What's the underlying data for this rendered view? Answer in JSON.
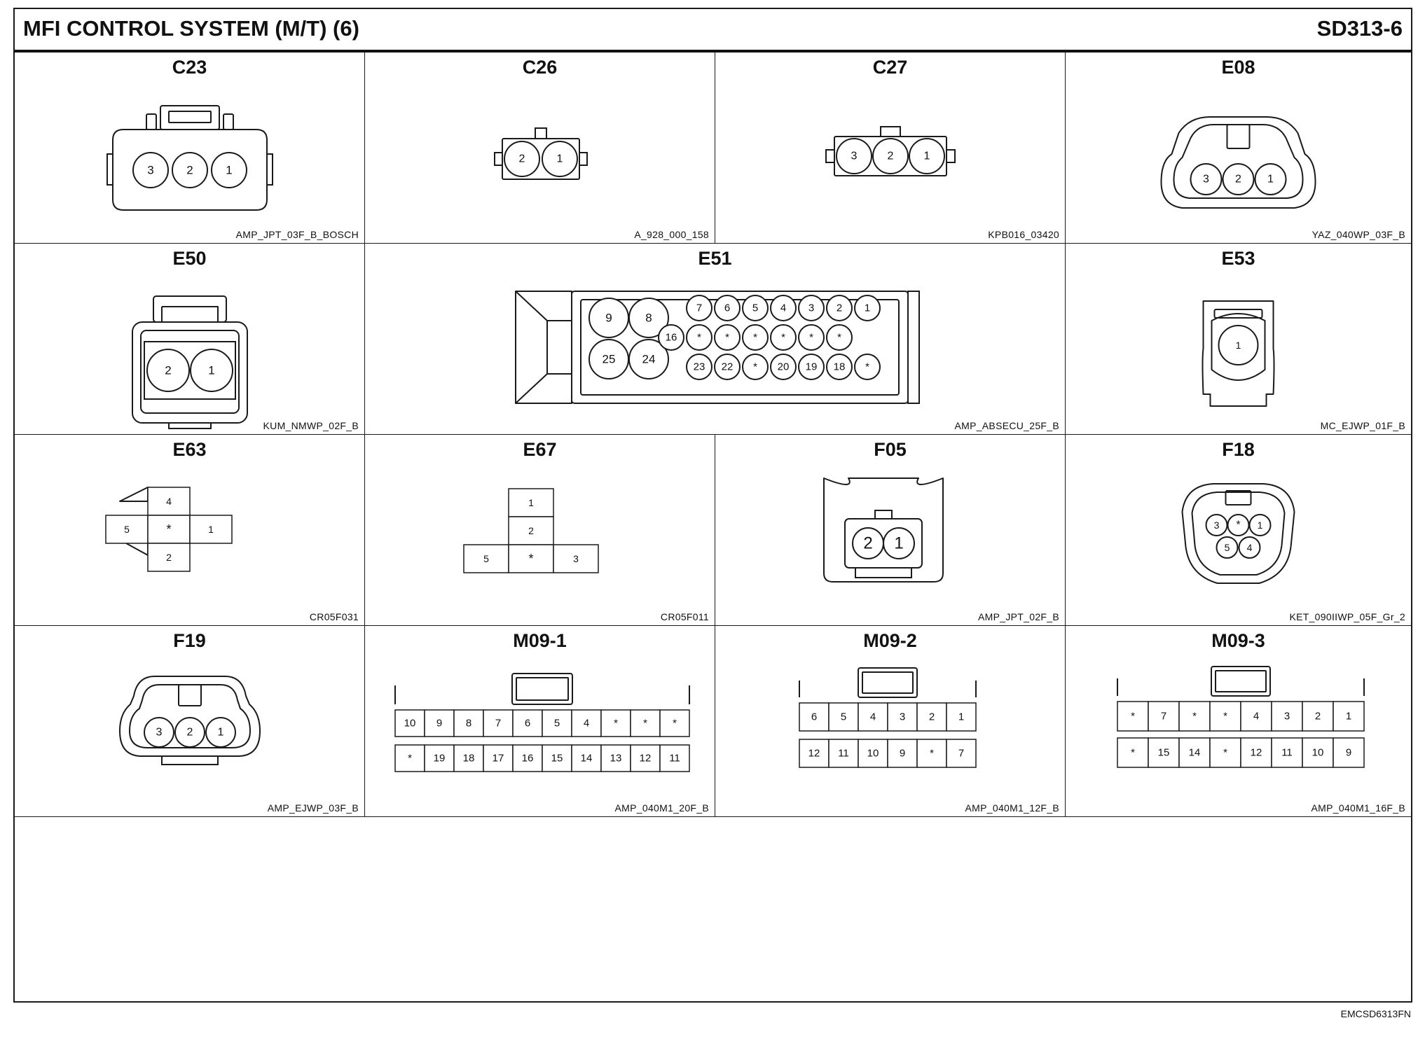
{
  "header": {
    "title": "MFI CONTROL SYSTEM (M/T) (6)",
    "code": "SD313-6"
  },
  "connectors": [
    {
      "name": "C23",
      "part": "AMP_JPT_03F_B_BOSCH",
      "pins": [
        "3",
        "2",
        "1"
      ]
    },
    {
      "name": "C26",
      "part": "A_928_000_158",
      "pins": [
        "2",
        "1"
      ]
    },
    {
      "name": "C27",
      "part": "KPB016_03420",
      "pins": [
        "3",
        "2",
        "1"
      ]
    },
    {
      "name": "E08",
      "part": "YAZ_040WP_03F_B",
      "pins": [
        "3",
        "2",
        "1"
      ]
    },
    {
      "name": "E50",
      "part": "KUM_NMWP_02F_B",
      "pins": [
        "2",
        "1"
      ]
    },
    {
      "name": "E51",
      "part": "AMP_ABSECU_25F_B",
      "pins": [
        "9",
        "8",
        "25",
        "24",
        "7",
        "6",
        "5",
        "4",
        "3",
        "2",
        "1",
        "16",
        "*",
        "*",
        "*",
        "*",
        "*",
        "*",
        "23",
        "22",
        "*",
        "20",
        "19",
        "18",
        "*"
      ]
    },
    {
      "name": "E53",
      "part": "MC_EJWP_01F_B",
      "pins": [
        "1"
      ]
    },
    {
      "name": "E63",
      "part": "CR05F031",
      "pins": [
        "4",
        "5",
        "*",
        "1",
        "2"
      ]
    },
    {
      "name": "E67",
      "part": "CR05F011",
      "pins": [
        "1",
        "2",
        "5",
        "*",
        "3"
      ]
    },
    {
      "name": "F05",
      "part": "AMP_JPT_02F_B",
      "pins": [
        "2",
        "1"
      ]
    },
    {
      "name": "F18",
      "part": "KET_090IIWP_05F_Gr_2",
      "pins": [
        "3",
        "*",
        "1",
        "5",
        "4"
      ]
    },
    {
      "name": "F19",
      "part": "AMP_EJWP_03F_B",
      "pins": [
        "3",
        "2",
        "1"
      ]
    },
    {
      "name": "M09-1",
      "part": "AMP_040M1_20F_B",
      "pins": [
        "10",
        "9",
        "8",
        "7",
        "6",
        "5",
        "4",
        "*",
        "*",
        "*",
        "*",
        "19",
        "18",
        "17",
        "16",
        "15",
        "14",
        "13",
        "12",
        "11"
      ]
    },
    {
      "name": "M09-2",
      "part": "AMP_040M1_12F_B",
      "pins": [
        "6",
        "5",
        "4",
        "3",
        "2",
        "1",
        "12",
        "11",
        "10",
        "9",
        "*",
        "7"
      ]
    },
    {
      "name": "M09-3",
      "part": "AMP_040M1_16F_B",
      "pins": [
        "*",
        "7",
        "*",
        "*",
        "4",
        "3",
        "2",
        "1",
        "*",
        "15",
        "14",
        "*",
        "12",
        "11",
        "10",
        "9"
      ]
    }
  ],
  "footer": {
    "code": "EMCSD6313FN"
  }
}
